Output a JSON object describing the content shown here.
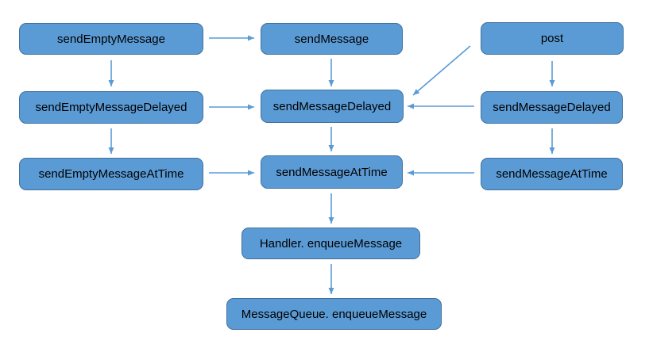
{
  "diagram": {
    "description": "Handler message sending flow diagram",
    "colors": {
      "node_fill": "#5b9bd5",
      "node_border": "#41719c",
      "arrow": "#5b9bd5",
      "text": "#000000",
      "background": "#ffffff"
    },
    "nodes": {
      "send_empty_message": {
        "label": "sendEmptyMessage"
      },
      "send_message": {
        "label": "sendMessage"
      },
      "post": {
        "label": "post"
      },
      "send_empty_message_delayed": {
        "label": "sendEmptyMessageDelayed"
      },
      "send_message_delayed_center": {
        "label": "sendMessageDelayed"
      },
      "send_message_delayed_right": {
        "label": "sendMessageDelayed"
      },
      "send_empty_message_at_time": {
        "label": "sendEmptyMessageAtTime"
      },
      "send_message_at_time_center": {
        "label": "sendMessageAtTime"
      },
      "send_message_at_time_right": {
        "label": "sendMessageAtTime"
      },
      "handler_enqueue_message": {
        "label": "Handler. enqueueMessage"
      },
      "message_queue_enqueue_message": {
        "label": "MessageQueue. enqueueMessage"
      }
    },
    "edges": [
      {
        "from": "send_empty_message",
        "to": "send_message"
      },
      {
        "from": "send_empty_message",
        "to": "send_empty_message_delayed"
      },
      {
        "from": "send_message",
        "to": "send_message_delayed_center"
      },
      {
        "from": "post",
        "to": "send_message_delayed_right"
      },
      {
        "from": "post",
        "to": "send_message_delayed_center"
      },
      {
        "from": "send_empty_message_delayed",
        "to": "send_message_delayed_center"
      },
      {
        "from": "send_message_delayed_right",
        "to": "send_message_delayed_center"
      },
      {
        "from": "send_empty_message_delayed",
        "to": "send_empty_message_at_time"
      },
      {
        "from": "send_message_delayed_center",
        "to": "send_message_at_time_center"
      },
      {
        "from": "send_message_delayed_right",
        "to": "send_message_at_time_right"
      },
      {
        "from": "send_empty_message_at_time",
        "to": "send_message_at_time_center"
      },
      {
        "from": "send_message_at_time_right",
        "to": "send_message_at_time_center"
      },
      {
        "from": "send_message_at_time_center",
        "to": "handler_enqueue_message"
      },
      {
        "from": "handler_enqueue_message",
        "to": "message_queue_enqueue_message"
      }
    ]
  }
}
